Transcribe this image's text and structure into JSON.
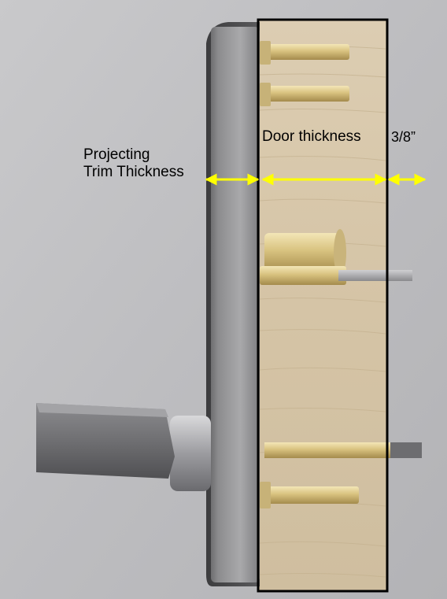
{
  "image": {
    "alt": "Door lever trim mounted on a door section with lock spindles and mounting posts"
  },
  "labels": {
    "trim_line1": "Projecting",
    "trim_line2": "Trim Thickness",
    "door_thickness": "Door thickness",
    "extra_length": "3/8”"
  },
  "colors": {
    "arrow": "#ffff00",
    "box": "#000000",
    "label": "#000000"
  }
}
